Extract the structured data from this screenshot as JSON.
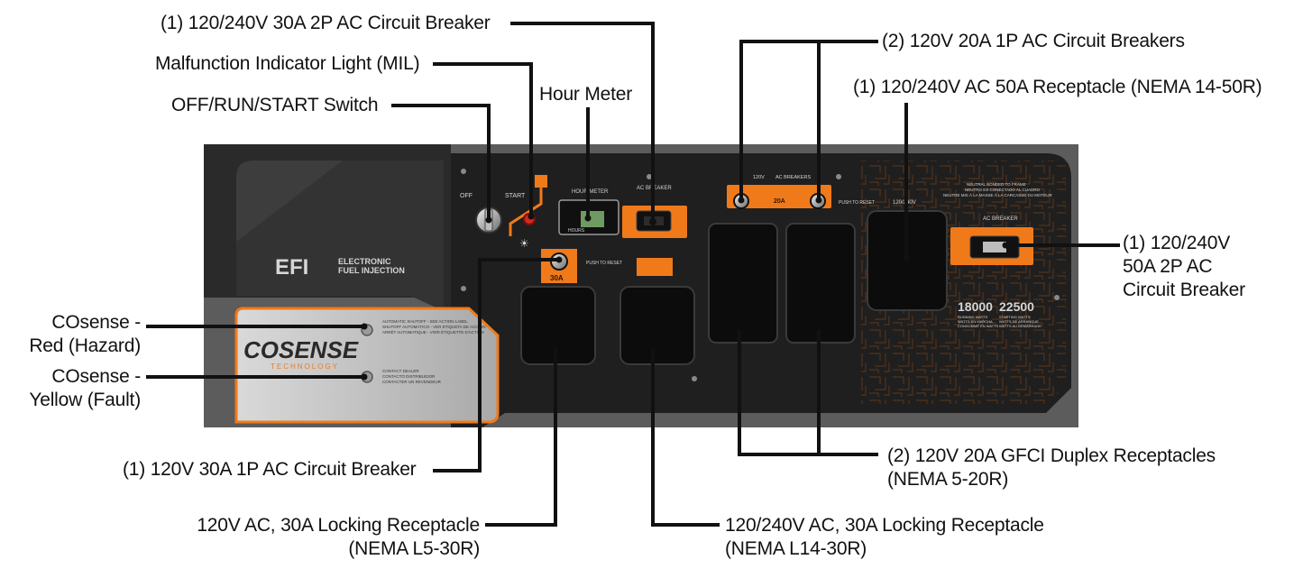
{
  "callouts": {
    "c_breaker_30a_2p": "(1) 120/240V 30A 2P AC Circuit Breaker",
    "c_mil": "Malfunction Indicator Light (MIL)",
    "c_switch": "OFF/RUN/START Switch",
    "c_hour_meter": "Hour Meter",
    "c_breakers_20a": "(2) 120V 20A 1P AC Circuit Breakers",
    "c_receptacle_50a": "(1) 120/240V AC 50A Receptacle (NEMA 14-50R)",
    "c_breaker_50a": [
      "(1) 120/240V",
      "50A 2P AC",
      "Circuit Breaker"
    ],
    "c_cosense_red": [
      "COsense -",
      "Red (Hazard)"
    ],
    "c_cosense_yellow": [
      "COsense -",
      "Yellow (Fault)"
    ],
    "c_breaker_30a_1p": "(1) 120V 30A 1P AC Circuit Breaker",
    "c_gfci": [
      "(2) 120V 20A GFCI Duplex Receptacles",
      "(NEMA 5-20R)"
    ],
    "c_l5_30": [
      "120V AC, 30A Locking Receptacle",
      "(NEMA L5-30R)"
    ],
    "c_l14_30": [
      "120/240V AC, 30A Locking Receptacle",
      "(NEMA L14-30R)"
    ]
  },
  "panel": {
    "efi_mark": "EFI",
    "efi_text": [
      "ELECTRONIC",
      "FUEL INJECTION"
    ],
    "cosense_logo": "COSENSE",
    "cosense_sub": "TECHNOLOGY",
    "cosense_red_note": [
      "AUTOMATIC SHUTOFF - SEE ACTION LABEL",
      "SHUTOFF AUTOMÁTICO - VER ETIQUETA DE ACCIÓN",
      "ARRÊT AUTOMATIQUE - VOIR ÉTIQUETTE D'ACTION"
    ],
    "cosense_yellow_note": [
      "CONTACT DEALER",
      "CONTACTO DISTRIBUIDOR",
      "CONTACTER UN REVENDEUR"
    ],
    "switch_off": "OFF",
    "switch_start": "START",
    "hour_meter_label": "HOUR METER",
    "hour_meter_units": "HOURS",
    "ac_breaker_label": "AC BREAKER",
    "breaker_30a_badge": "30A",
    "push_to_reset": "PUSH TO RESET",
    "ac_breakers_120v": [
      "120V",
      "AC BREAKERS"
    ],
    "breakers_20a_badge": "20A",
    "push_to_reset_2": "PUSH TO RESET",
    "receptacle_label": "120/240V",
    "neutral_note": [
      "NEUTRAL BONDED TO FRAME",
      "NEUTRO ES CONECTADO AL CUADRO",
      "NEUTRE MIS À LA MASSE À LA CARCASSE DU MOTEUR"
    ],
    "ac_breaker_label_2": "AC BREAKER",
    "running_watts": "18000",
    "running_watts_label": [
      "RUNNING WATTS",
      "WATTS EN MARCHA",
      "CONSOMMÉ EN WATTS"
    ],
    "starting_watts": "22500",
    "starting_watts_label": [
      "STARTING WATTS",
      "WATTS DE ARRANQUE",
      "WATTS AU DÉMARRAGE"
    ]
  },
  "colors": {
    "leader": "#111111",
    "housing": "#5c5c5c",
    "faceplate": "#1f1f1f",
    "accent_orange": "#f07a1a",
    "cosense_plate": "#c9c9c9"
  }
}
